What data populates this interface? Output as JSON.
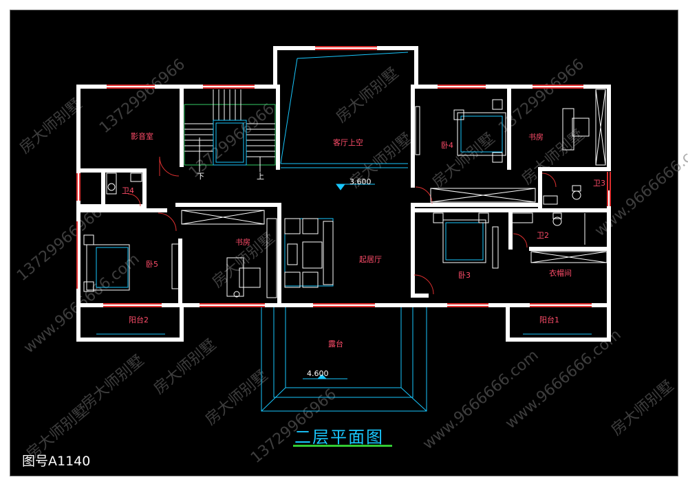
{
  "drawing": {
    "title": "二层平面图",
    "number": "图号A1140",
    "colors": {
      "background": "#000000",
      "wall": "#ffffff",
      "window": "#e03030",
      "furniture": "#19c8ff",
      "room_label": "#ff4d6a",
      "title": "#19c8ff",
      "title_underline": "#33cc33"
    }
  },
  "rooms": {
    "theater": "影音室",
    "living_void": "客厅上空",
    "bedroom4": "卧4",
    "study_right": "书房",
    "bath4": "卫4",
    "bath3": "卫3",
    "bedroom5": "卧5",
    "study_center": "书房",
    "family_hall": "起居厅",
    "bedroom3": "卧3",
    "bath2": "卫2",
    "closet": "衣帽间",
    "balcony2": "阳台2",
    "balcony1": "阳台1",
    "terrace": "露台"
  },
  "stairs": {
    "down": "下",
    "up": "上"
  },
  "elevations": {
    "upper": "3.600",
    "terrace": "4.600"
  },
  "watermarks": {
    "brand": "房大师别墅",
    "phone": "13729966966",
    "site": "www.9666666.com"
  }
}
